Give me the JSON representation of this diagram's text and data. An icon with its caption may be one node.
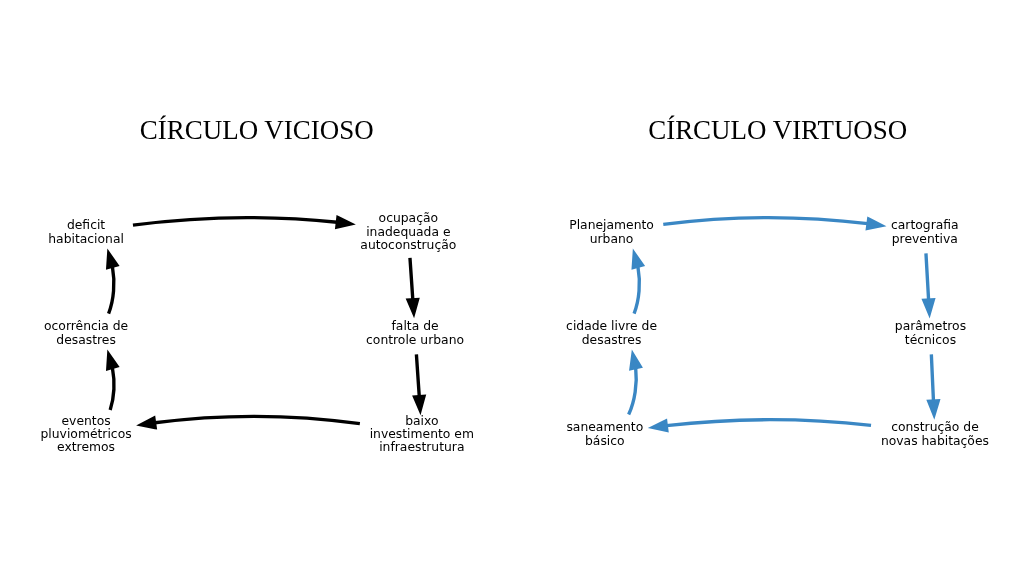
{
  "diagram": {
    "nodes": [
      {
        "text": [
          "deficit habitacional"
        ]
      },
      {
        "text": [
          "ocupação inadequada e autoconstrução"
        ]
      },
      {
        "text": [
          "falta de controle urbano"
        ]
      },
      {
        "text": [
          "baixo investimento em infraestrutura"
        ]
      },
      {
        "text": [
          "eventos pluviométricos extremos"
        ]
      },
      {
        "text": [
          "ocorrência de desastres"
        ]
      },
      {
        "text": [
          "Planejamento urbano"
        ]
      },
      {
        "text": [
          "cartografia preventiva"
        ]
      },
      {
        "text": [
          "parâmetros técnicos"
        ]
      },
      {
        "text": [
          "construção de novas habitações"
        ]
      },
      {
        "text": [
          "saneamento básico"
        ]
      },
      {
        "text": [
          "cidade livre de desastres"
        ]
      }
    ],
    "edges": [
      {
        "from": 0,
        "to": 1,
        "arrow": "to"
      },
      {
        "from": 1,
        "to": 2,
        "arrow": "to"
      },
      {
        "from": 2,
        "to": 3,
        "arrow": "to"
      },
      {
        "from": 3,
        "to": 4,
        "arrow": "to"
      },
      {
        "from": 4,
        "to": 5,
        "arrow": "to"
      },
      {
        "from": 5,
        "to": 0,
        "arrow": "to"
      },
      {
        "from": 6,
        "to": 7,
        "arrow": "to",
        "color": "#3a87c4"
      },
      {
        "from": 7,
        "to": 8,
        "arrow": "to",
        "color": "#3a87c4"
      },
      {
        "from": 8,
        "to": 9,
        "arrow": "to",
        "color": "#3a87c4"
      },
      {
        "from": 9,
        "to": 10,
        "arrow": "to",
        "color": "#3a87c4"
      },
      {
        "from": 10,
        "to": 11,
        "arrow": "to",
        "color": "#3a87c4"
      },
      {
        "from": 11,
        "to": 6,
        "arrow": "to",
        "color": "#3a87c4"
      }
    ],
    "labels": [
      "CÍRCULO VICIOSO",
      "CÍRCULO VIRTUOSO"
    ]
  }
}
